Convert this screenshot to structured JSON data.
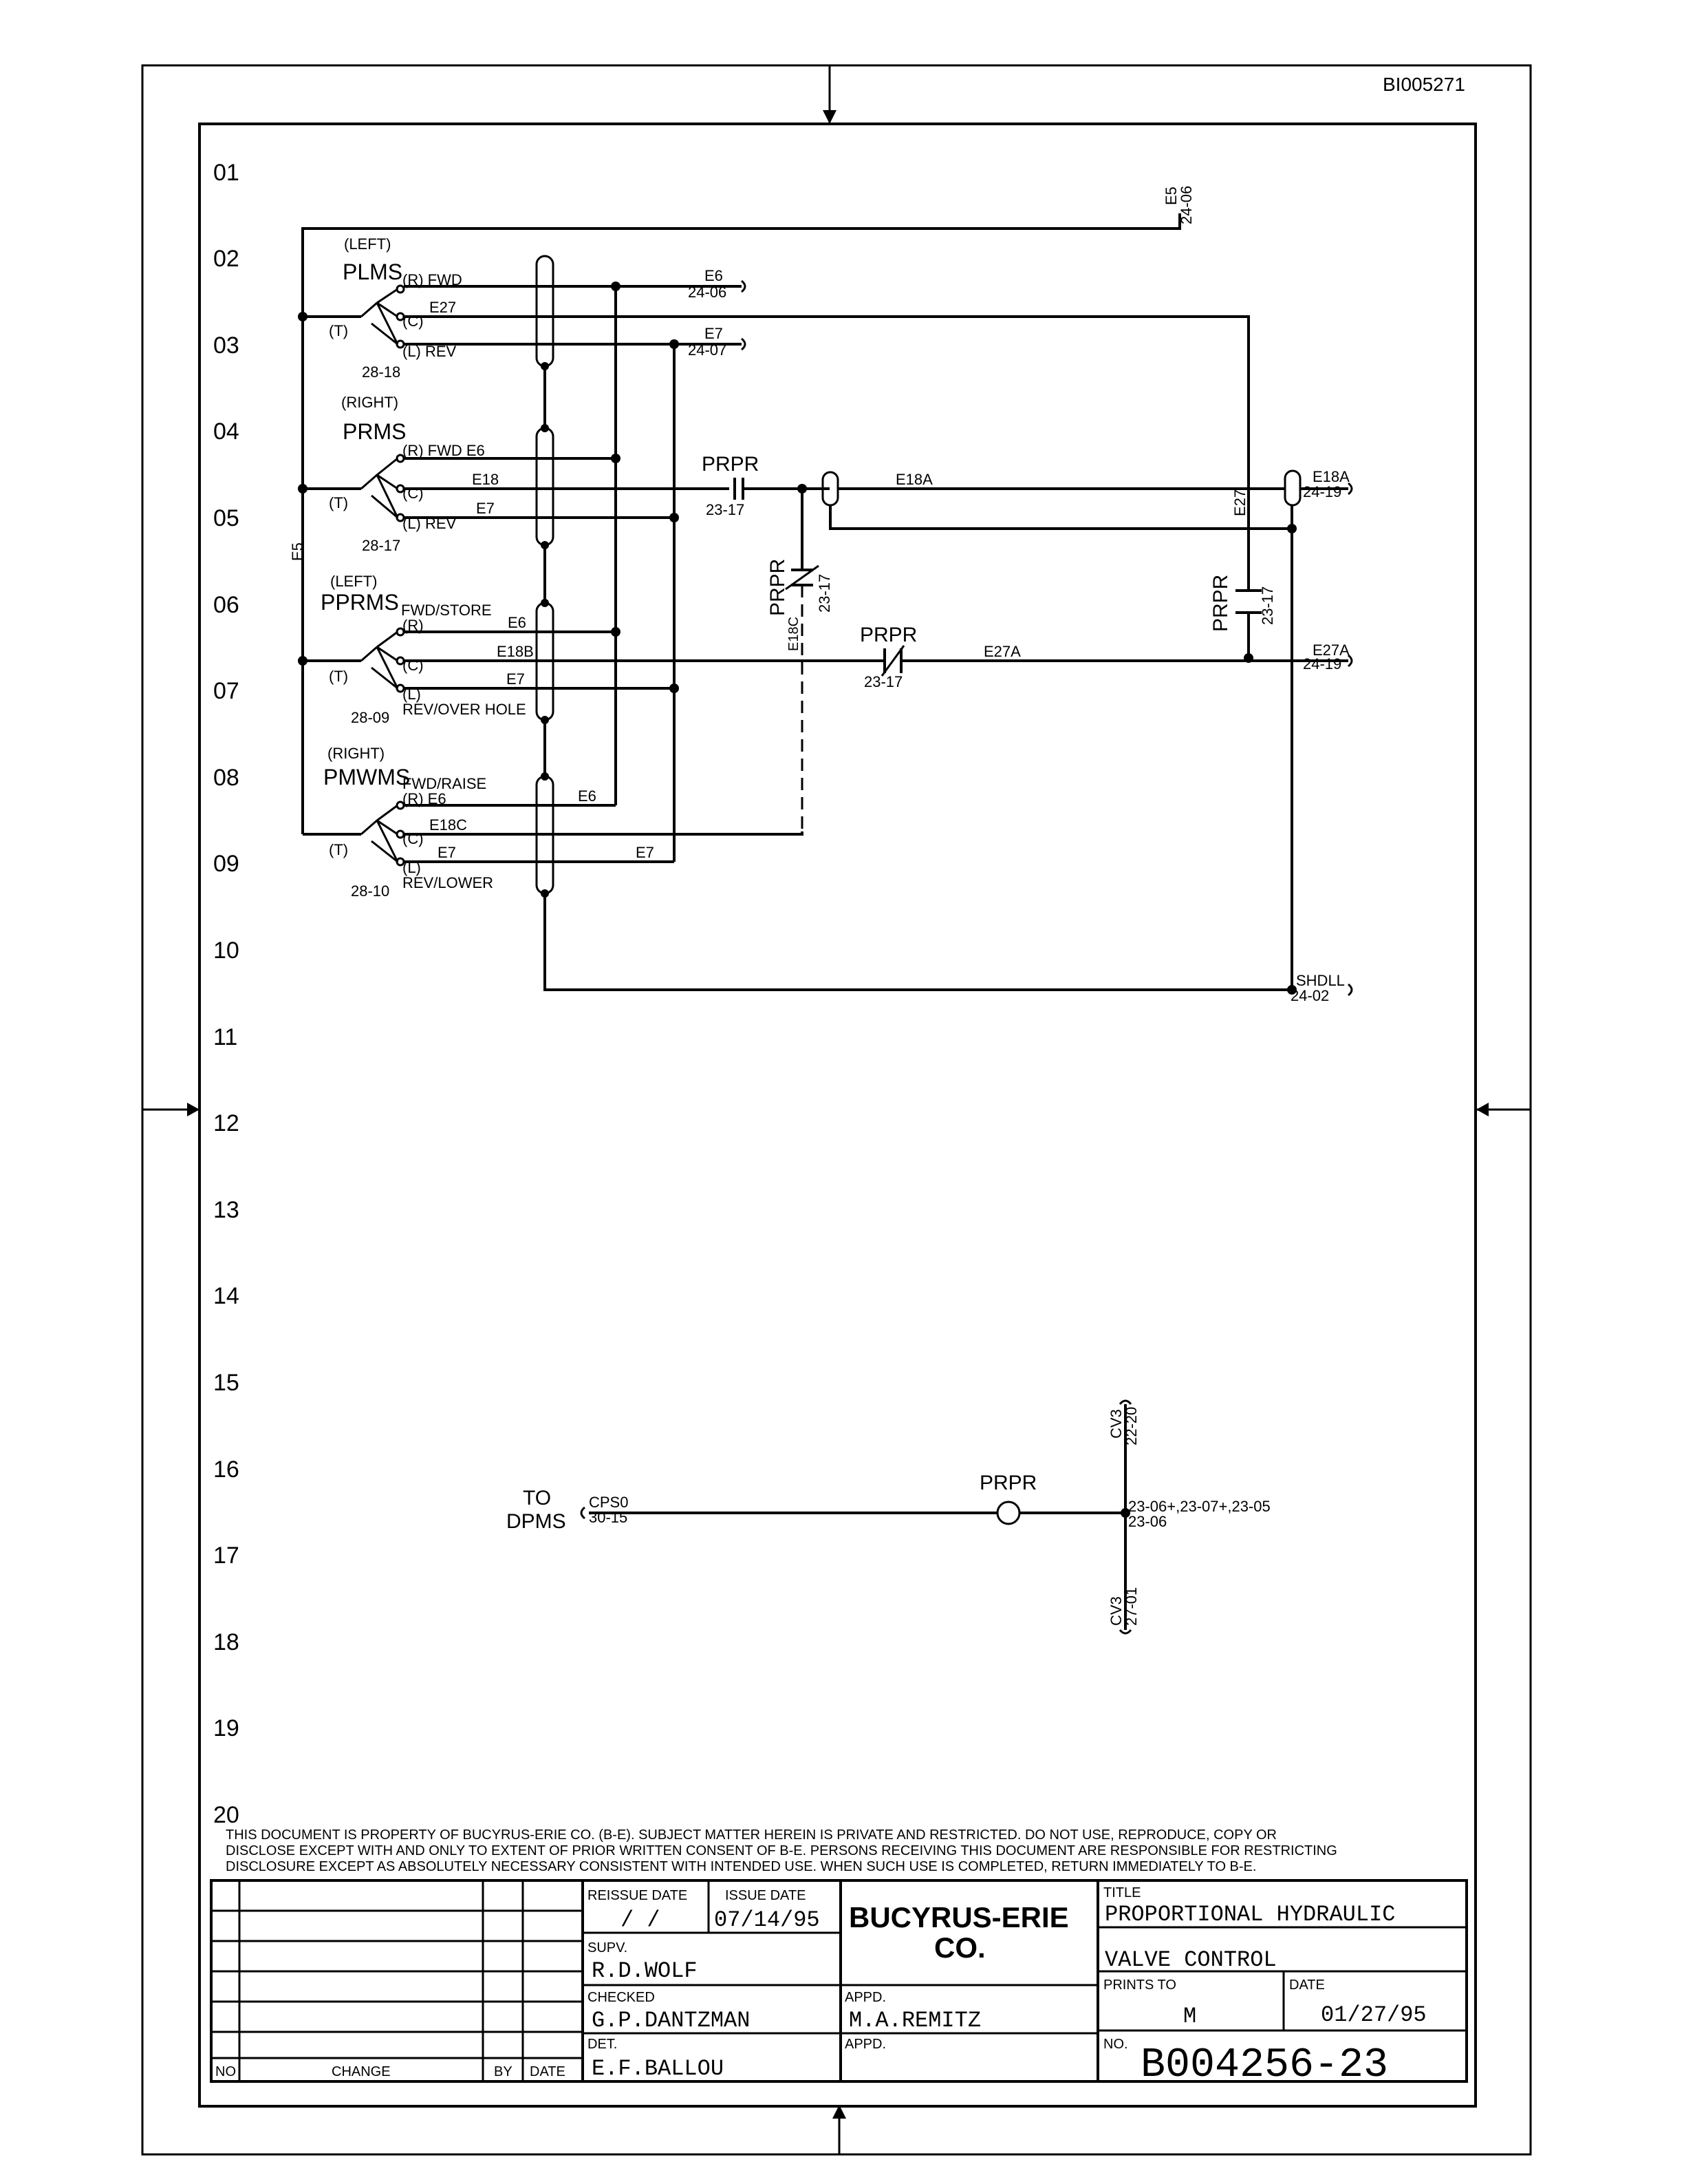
{
  "doc_id": "BI005271",
  "rows": [
    "01",
    "02",
    "03",
    "04",
    "05",
    "06",
    "07",
    "08",
    "09",
    "10",
    "11",
    "12",
    "13",
    "14",
    "15",
    "16",
    "17",
    "18",
    "19",
    "20"
  ],
  "switches": {
    "plms": {
      "side": "(LEFT)",
      "name": "PLMS",
      "r": "(R) FWD",
      "c": "(C)",
      "l": "(L) REV",
      "t": "(T)",
      "ref": "28-18"
    },
    "prms": {
      "side": "(RIGHT)",
      "name": "PRMS",
      "r": "(R) FWD E6",
      "c": "(C)",
      "l": "(L) REV",
      "t": "(T)",
      "ref": "28-17"
    },
    "pprms": {
      "side": "(LEFT)",
      "name": "PPRMS",
      "fn": "FWD/STORE",
      "r": "(R)",
      "c": "(C)",
      "l": "(L)",
      "t": "(T)",
      "fn2": "REV/OVER HOLE",
      "ref": "28-09"
    },
    "pmwms": {
      "side": "(RIGHT)",
      "name": "PMWMS",
      "fn": "FWD/RAISE",
      "r": "(R) E6",
      "c": "(C)",
      "l": "(L)",
      "t": "(T)",
      "fn2": "REV/LOWER",
      "ref": "28-10"
    }
  },
  "wires": {
    "e5": "E5",
    "e5_ref": "24-06",
    "e6": "E6",
    "e6_ref": "24-06",
    "e7": "E7",
    "e7_ref": "24-07",
    "e27": "E27",
    "e18": "E18",
    "e18a": "E18A",
    "e18a_ref": "24-19",
    "e18b": "E18B",
    "e18c": "E18C",
    "e27a": "E27A",
    "e27a_ref": "24-19",
    "shdll": "SHDLL",
    "shdll_ref": "24-02"
  },
  "contacts": {
    "name": "PRPR",
    "ref": "23-17"
  },
  "lower_circuit": {
    "to_line1": "TO",
    "to_line2": "DPMS",
    "cps0": "CPS0",
    "cps0_ref": "30-15",
    "relay": "PRPR",
    "relay_refs": "23-06+,23-07+,23-05",
    "relay_refs2": "23-06",
    "cv3_top": "CV3",
    "cv3_top_ref": "22-20",
    "cv3_bot": "CV3",
    "cv3_bot_ref": "27-01"
  },
  "disclaimer": [
    "THIS DOCUMENT IS PROPERTY OF BUCYRUS-ERIE CO. (B-E). SUBJECT MATTER HEREIN IS PRIVATE AND RESTRICTED. DO NOT USE, REPRODUCE, COPY OR",
    "DISCLOSE EXCEPT WITH AND ONLY TO EXTENT OF PRIOR WRITTEN CONSENT OF B-E. PERSONS RECEIVING THIS DOCUMENT ARE RESPONSIBLE FOR RESTRICTING",
    "DISCLOSURE EXCEPT AS ABSOLUTELY NECESSARY CONSISTENT WITH INTENDED USE. WHEN SUCH USE IS COMPLETED, RETURN IMMEDIATELY TO B-E."
  ],
  "title_block": {
    "reissue_label": "REISSUE DATE",
    "reissue_value": "/ /",
    "issue_label": "ISSUE DATE",
    "issue_value": "07/14/95",
    "company_line1": "BUCYRUS-ERIE",
    "company_line2": "CO.",
    "supv_label": "SUPV.",
    "supv_value": "R.D.WOLF",
    "checked_label": "CHECKED",
    "checked_value": "G.P.DANTZMAN",
    "appd_label": "APPD.",
    "appd_value": "M.A.REMITZ",
    "det_label": "DET.",
    "det_value": "E.F.BALLOU",
    "appd2_label": "APPD.",
    "title_label": "TITLE",
    "title_line1": "PROPORTIONAL HYDRAULIC",
    "title_line2": "VALVE CONTROL",
    "prints_label": "PRINTS TO",
    "prints_value": "M",
    "date_label": "DATE",
    "date_value": "01/27/95",
    "no_label": "NO.",
    "no_value": "B004256-23",
    "col_no": "NO",
    "col_change": "CHANGE",
    "col_by": "BY",
    "col_date": "DATE"
  }
}
